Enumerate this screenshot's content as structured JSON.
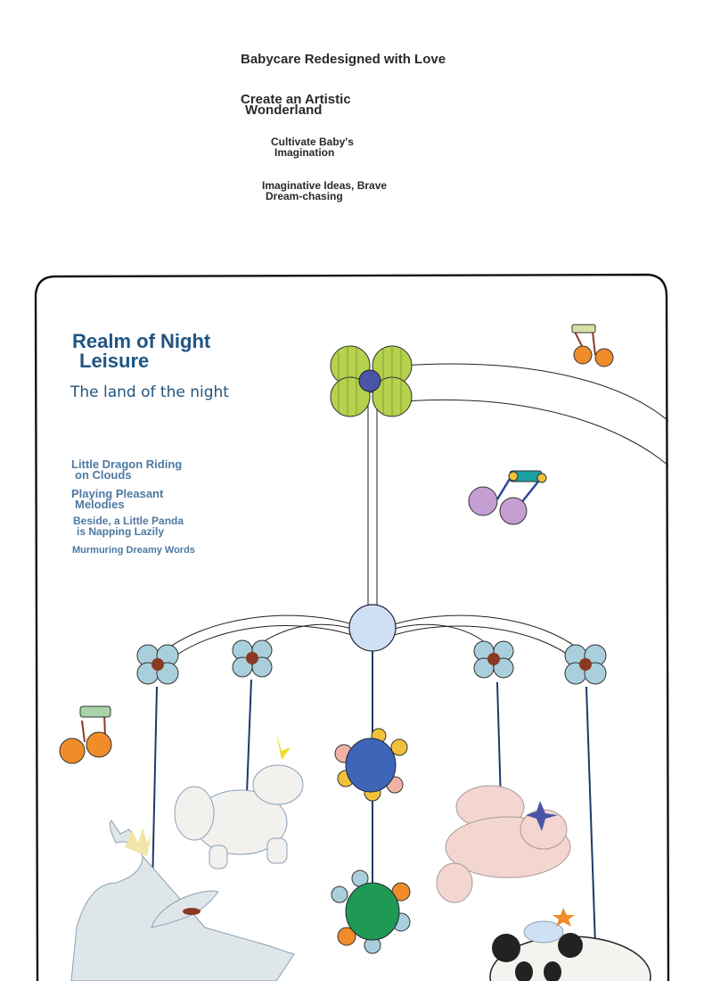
{
  "header": {
    "tagline": "Babycare Redesigned with Love",
    "lines": [
      [
        "Create an Artistic",
        "Wonderland"
      ],
      [
        "Cultivate Baby's",
        "Imagination"
      ],
      [
        "Imaginative Ideas, Brave",
        "Dream-chasing"
      ]
    ]
  },
  "section": {
    "title_line1": "Realm of Night",
    "title_line2": "Leisure",
    "subtitle": "The land of the night"
  },
  "story": [
    [
      "Little Dragon Riding",
      "on Clouds"
    ],
    [
      "Playing Pleasant",
      "Melodies"
    ],
    [
      "Beside, a Little Panda",
      "is Napping Lazily"
    ],
    [
      "Murmuring Dreamy Words"
    ]
  ],
  "colors": {
    "title_blue": "#1f5582",
    "story_blue": "#4d79a3",
    "flower_green": "#b6d14d",
    "flower_blue": "#a9cfdc",
    "hub_blue": "#cfe0f4",
    "note_orange": "#f08c2a",
    "note_purple": "#c59ed2"
  }
}
